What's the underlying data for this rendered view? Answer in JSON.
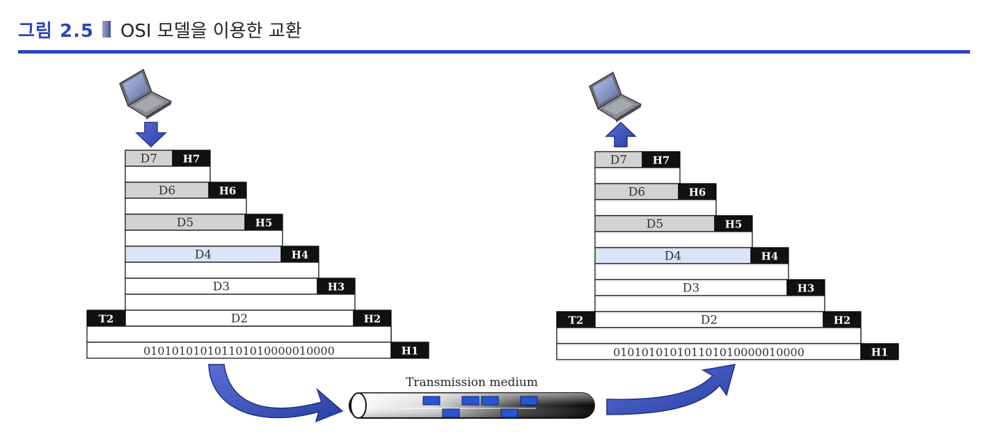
{
  "figure": {
    "number": "그림 2.5",
    "title": "OSI 모델을 이용한 교환"
  },
  "colors": {
    "accent_blue": "#2a45c0",
    "arrow_blue": "#3a52c4",
    "shade_gray": "#d2d2d2",
    "shade_lightblue": "#dde4f7",
    "header_black": "#111111"
  },
  "icons": {
    "sender": "laptop-icon",
    "receiver": "laptop-icon"
  },
  "stack": {
    "data_labels": [
      "D7",
      "D6",
      "D5",
      "D4",
      "D3",
      "D2"
    ],
    "header_labels": [
      "H7",
      "H6",
      "H5",
      "H4",
      "H3",
      "H2",
      "H1"
    ],
    "trailer_label": "T2",
    "bits": "010101010101101010000010000"
  },
  "medium": {
    "label": "Transmission medium"
  }
}
